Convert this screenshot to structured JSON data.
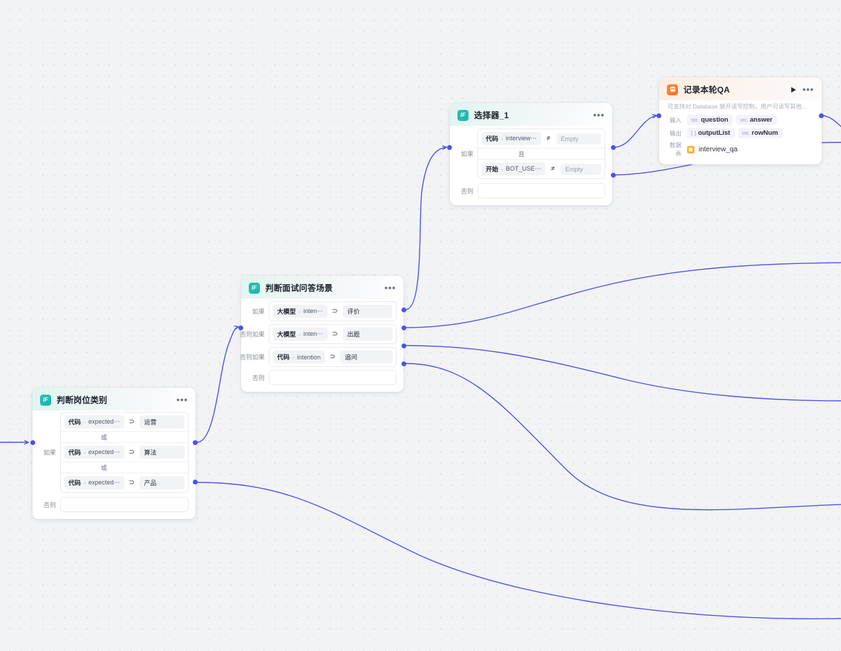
{
  "canvas": {
    "background_color": "#f2f3f5",
    "grid": "dot-grid",
    "edge_color": "#4d53e8",
    "accent_if": "#1fb6ad",
    "accent_db": "#f5702a"
  },
  "nodes": {
    "job_category": {
      "title": "判断岗位类别",
      "icon": "if-icon",
      "branches": [
        {
          "label": "如果",
          "conditions": [
            {
              "ref_source": "代码",
              "ref_dash": "-",
              "ref_field": "expected⋯",
              "operator": "⊃",
              "value": "运营"
            },
            {
              "ref_source": "代码",
              "ref_dash": "-",
              "ref_field": "expected⋯",
              "operator": "⊃",
              "value": "算法"
            },
            {
              "ref_source": "代码",
              "ref_dash": "-",
              "ref_field": "expected⋯",
              "operator": "⊃",
              "value": "产品"
            }
          ],
          "logic": "或"
        },
        {
          "label": "否则",
          "conditions": [],
          "logic": ""
        }
      ]
    },
    "interview_scene": {
      "title": "判断面试问答场景",
      "icon": "if-icon",
      "branches": [
        {
          "label": "如果",
          "conditions": [
            {
              "ref_source": "大模型",
              "ref_dash": "-",
              "ref_field": "inten⋯",
              "operator": "⊃",
              "value": "评价"
            }
          ],
          "logic": ""
        },
        {
          "label": "否则如果",
          "conditions": [
            {
              "ref_source": "大模型",
              "ref_dash": "-",
              "ref_field": "inten⋯",
              "operator": "⊃",
              "value": "出题"
            }
          ],
          "logic": ""
        },
        {
          "label": "否则如果",
          "conditions": [
            {
              "ref_source": "代码",
              "ref_dash": "-",
              "ref_field": "intention",
              "operator": "⊃",
              "value": "追问"
            }
          ],
          "logic": ""
        },
        {
          "label": "否则",
          "conditions": [],
          "logic": ""
        }
      ]
    },
    "selector": {
      "title": "选择器_1",
      "icon": "if-icon",
      "branches": [
        {
          "label": "如果",
          "conditions": [
            {
              "ref_source": "代码",
              "ref_dash": "-",
              "ref_field": "interview⋯",
              "operator": "≠",
              "value": "Empty"
            },
            {
              "ref_source": "开始",
              "ref_dash": "-",
              "ref_field": "BOT_USE⋯",
              "operator": "≠",
              "value": "Empty"
            }
          ],
          "logic": "且"
        },
        {
          "label": "否则",
          "conditions": [],
          "logic": ""
        }
      ]
    },
    "record_qa": {
      "title": "记录本轮QA",
      "icon": "database-icon",
      "run_label": "▶",
      "menu_label": "⋯",
      "description": "可支持对 Database 放开读写控制，用户可读写其他用户提交⋯",
      "input_label": "输入",
      "inputs": [
        {
          "type": "str.",
          "name": "question"
        },
        {
          "type": "str.",
          "name": "answer"
        }
      ],
      "output_label": "输出",
      "outputs": [
        {
          "type": "[ ]",
          "name": "outputList"
        },
        {
          "type": "int.",
          "name": "rowNum"
        }
      ],
      "table_label": "数据表",
      "table_name": "interview_qa"
    }
  }
}
